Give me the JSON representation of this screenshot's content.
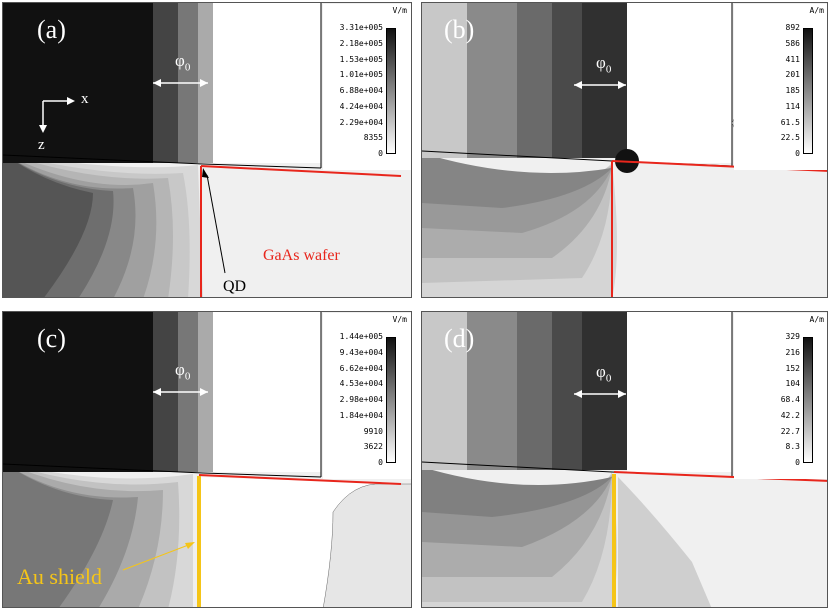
{
  "panels": [
    {
      "label": "(a)",
      "unit": "V/m",
      "ticks": [
        "3.31e+005",
        "2.18e+005",
        "1.53e+005",
        "1.01e+005",
        "6.88e+004",
        "4.24e+004",
        "2.29e+004",
        "8355",
        "0"
      ]
    },
    {
      "label": "(b)",
      "unit": "A/m",
      "ticks": [
        "892",
        "586",
        "411",
        "201",
        "185",
        "114",
        "61.5",
        "22.5",
        "0"
      ]
    },
    {
      "label": "(c)",
      "unit": "V/m",
      "ticks": [
        "1.44e+005",
        "9.43e+004",
        "6.62e+004",
        "4.53e+004",
        "2.98e+004",
        "1.84e+004",
        "9910",
        "3622",
        "0"
      ]
    },
    {
      "label": "(d)",
      "unit": "A/m",
      "ticks": [
        "329",
        "216",
        "152",
        "104",
        "68.4",
        "42.2",
        "22.7",
        "8.3",
        "0"
      ]
    }
  ],
  "phi_symbol": "φ",
  "phi_subscript": "0",
  "axes": {
    "x": "x",
    "z": "z"
  },
  "annotations": {
    "qd": "QD",
    "gaas": "GaAs wafer",
    "shield": "Au shield"
  },
  "colors": {
    "wafer_edge": "#e8261c",
    "shield": "#f5c518",
    "dark": "#1a1a1a",
    "white": "#ffffff"
  }
}
